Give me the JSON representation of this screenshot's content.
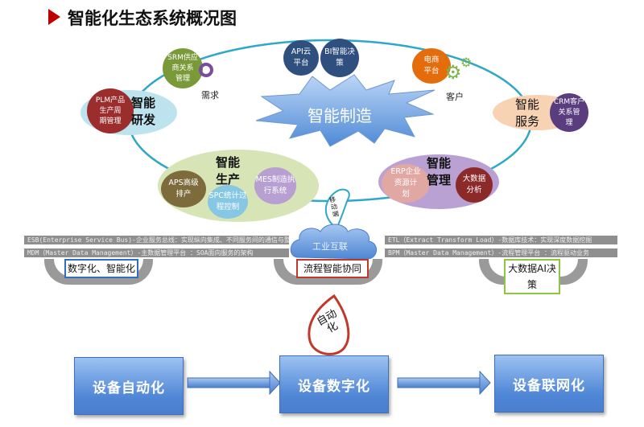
{
  "header": {
    "title": "智能化生态系统概况图",
    "accent_color": "#c00000"
  },
  "ecosystem": {
    "center": {
      "label": "智能制造"
    },
    "top_platforms": [
      {
        "label_line1": "API云",
        "label_line2": "平台"
      },
      {
        "label_line1": "BI智能决",
        "label_line2": "策"
      }
    ],
    "research": {
      "title_line1": "智能",
      "title_line2": "研发",
      "plm": {
        "line1": "PLM产品",
        "line2": "生产周",
        "line3": "期管理"
      },
      "srm": {
        "line1": "SRM供应",
        "line2": "商关系",
        "line3": "管理"
      },
      "demand_label": "需求"
    },
    "production": {
      "title_line1": "智能",
      "title_line2": "生产",
      "aps": {
        "line1": "APS高级",
        "line2": "排产"
      },
      "spc": {
        "line1": "SPC统计过",
        "line2": "程控制"
      },
      "mes": {
        "line1": "MES制造执",
        "line2": "行系统"
      }
    },
    "management": {
      "title_line1": "智能",
      "title_line2": "管理",
      "erp": {
        "line1": "ERP企业",
        "line2": "资源计",
        "line3": "划"
      },
      "bigdata": {
        "line1": "大数据",
        "line2": "分析"
      }
    },
    "service": {
      "title_line1": "智能",
      "title_line2": "服务",
      "crm": {
        "line1": "CRM客户",
        "line2": "关系管",
        "line3": "理"
      },
      "ecommerce": {
        "line1": "电商",
        "line2": "平台"
      },
      "customer_label": "客户"
    },
    "drop_label": "移动端"
  },
  "integration": {
    "left_bars": [
      "ESB(Enterprise Service Bus)-企业服务总线：实现纵向集成、不同服务间的通信与整合",
      "MDM（Master Data Management）-主数据管理平台 ：SOA面向服务的架构"
    ],
    "right_bars": [
      "ETL（Extract Transform Load）-数据库技术：实现深度数据挖掘",
      "BPM（Master Data Management）-流程管理平台 ：流程驱动业务"
    ],
    "troughs": [
      {
        "label": "数字化、智能化",
        "border_color": "#2e6fbf"
      },
      {
        "label": "流程智能协同",
        "border_color": "#c0392b"
      },
      {
        "label": "大数据AI决策",
        "border_color": "#8dc63f"
      }
    ],
    "cloud_label": "工业互联",
    "automation_drop": "自动化"
  },
  "evolution": {
    "stages": [
      {
        "label": "设备自动化"
      },
      {
        "label": "设备数字化"
      },
      {
        "label": "设备联网化"
      }
    ]
  }
}
